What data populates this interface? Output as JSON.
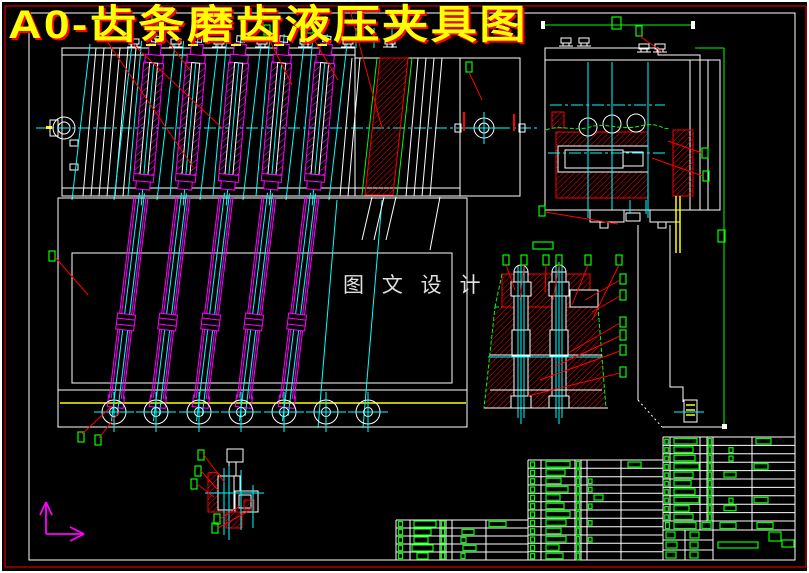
{
  "app": {
    "kind": "cad-drawing-screenshot"
  },
  "title": {
    "text": "A0-齿条磨齿液压夹具图",
    "color": "#ffff00",
    "outline_color": "#ff0000"
  },
  "watermark": {
    "text": "图 文 设 计",
    "color": "#e0e0e0"
  },
  "palette": {
    "background": "#000000",
    "geometry_lines": "#ffffff",
    "section_hatch": "#ff0000",
    "labels_and_tables": "#00ff00",
    "centerlines": "#00ffff",
    "clamp_parts": "#ff00ff",
    "highlight": "#ffff00",
    "frame_red": "#ff0000"
  },
  "icons": {
    "ucs_axis_icon": "magenta X/Y coordinate arrows (bottom-left)"
  }
}
